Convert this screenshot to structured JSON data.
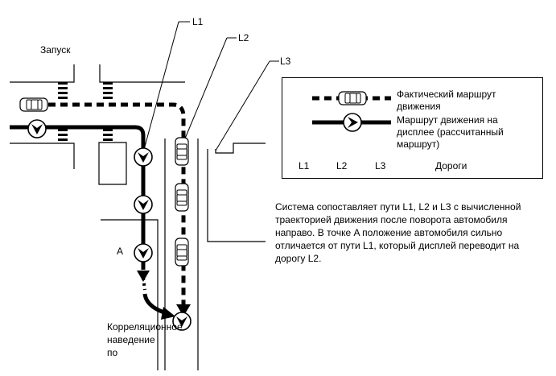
{
  "labels": {
    "start": "Запуск",
    "l1": "L1",
    "l2": "L2",
    "l3": "L3",
    "point_a": "A"
  },
  "legend": {
    "actual_route": "Фактический маршрут движения",
    "display_route": "Маршрут движения на дисплее (рассчитанный маршрут)",
    "l1": "L1",
    "l2": "L2",
    "l3": "L3",
    "roads": "Дороги"
  },
  "description": "Система сопоставляет пути L1, L2 и L3 с вычисленной траекторией движения после поворота автомобиля направо. В точке A положение автомобиля сильно отличается от пути L1, который дисплей переводит на дорогу L2.",
  "correction_label": "Корреляционное наведение по",
  "colors": {
    "line": "#000000",
    "background": "#ffffff",
    "car_fill": "#ffffff"
  }
}
